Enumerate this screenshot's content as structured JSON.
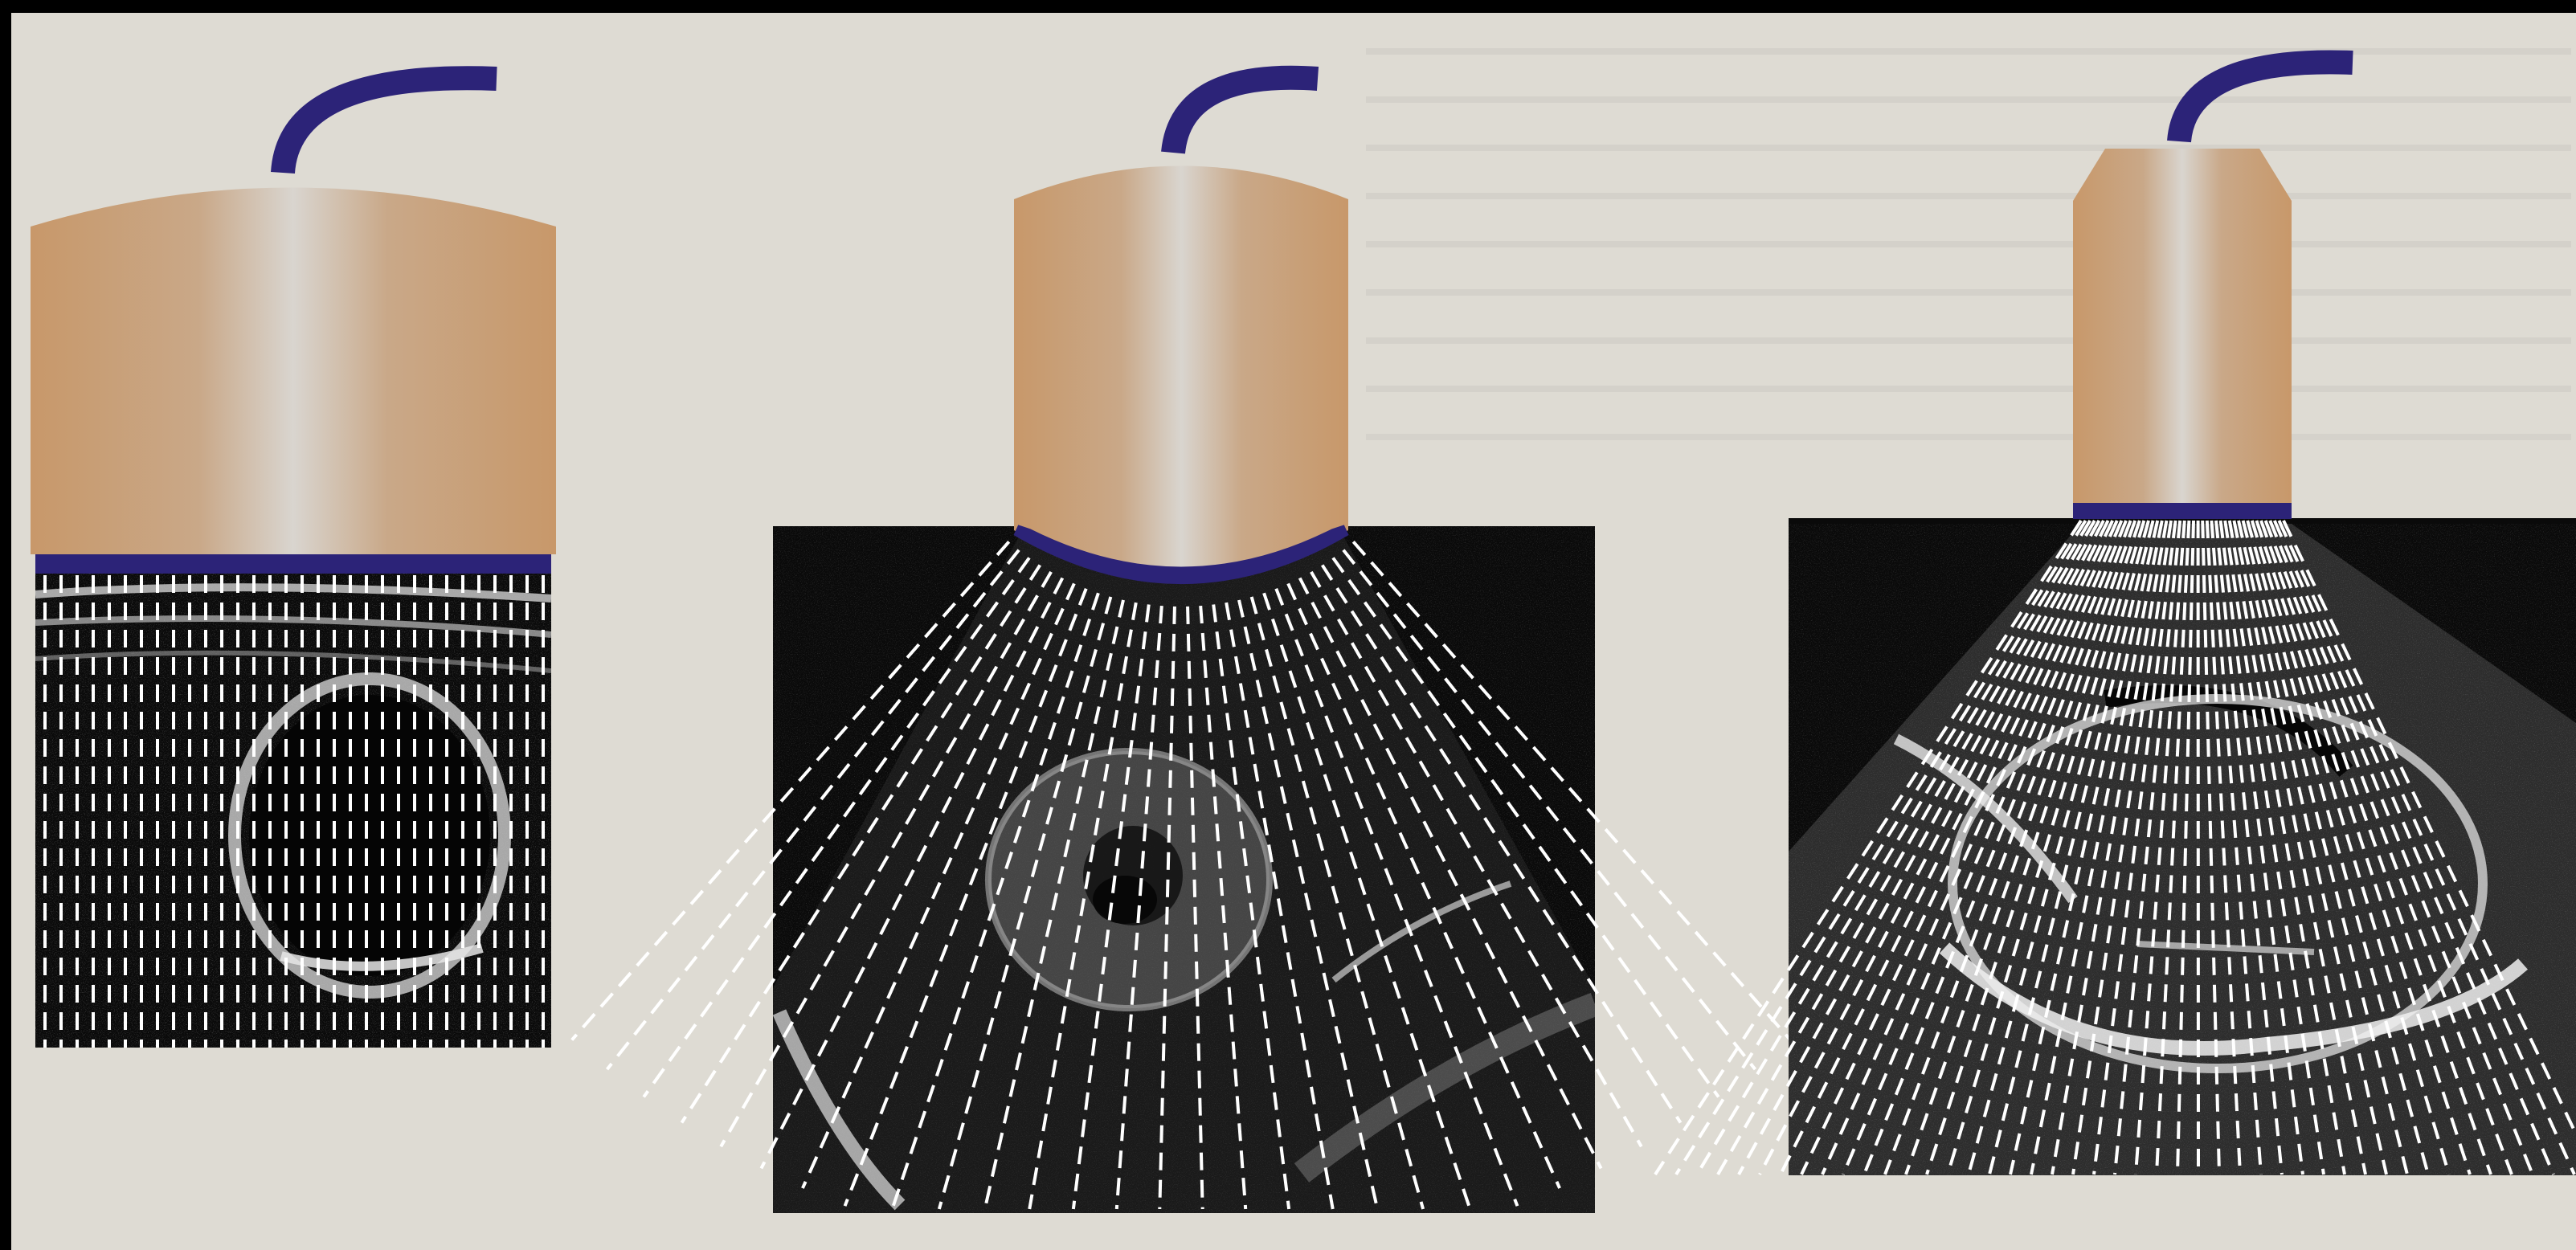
{
  "figure": {
    "background_color": "#dedbd3",
    "probe_body_color": "#c8986a",
    "probe_highlight_color": "#d4d0c9",
    "probe_face_color": "#2c2378",
    "cable_color": "#2c2378",
    "scan_line_color": "#ffffff",
    "ultrasound_bg_color": "#0a0a0a",
    "panels": [
      {
        "transducer": "linear-array",
        "beam_shape": "rectangular",
        "scan_line_count": 32
      },
      {
        "transducer": "curved-array",
        "beam_shape": "sector",
        "scan_line_count": 30
      },
      {
        "transducer": "phased-array",
        "beam_shape": "sector",
        "scan_line_count": 46
      }
    ]
  }
}
